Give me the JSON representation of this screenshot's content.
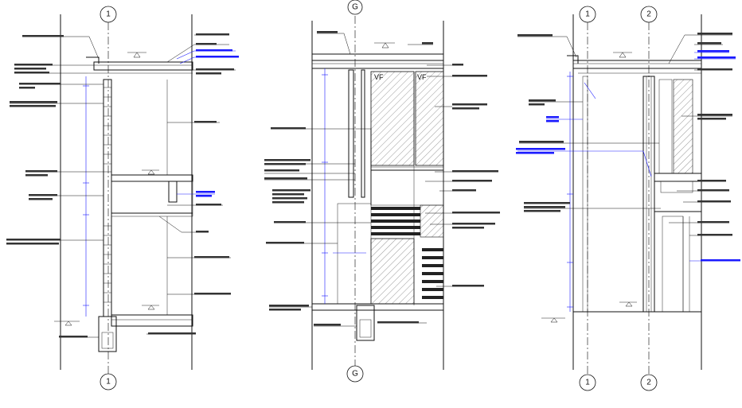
{
  "sections": [
    {
      "id": "section-1",
      "top_axis": "1",
      "bottom_axis": "1"
    },
    {
      "id": "section-g",
      "top_axis": "G",
      "bottom_axis": "G"
    },
    {
      "id": "section-1-2",
      "top_axes": [
        "1",
        "2"
      ],
      "bottom_axes": [
        "1",
        "2"
      ]
    }
  ],
  "door_marks": [
    "VF",
    "VF"
  ],
  "colors": {
    "line": "#111111",
    "annotation_blue": "#1a1aff",
    "background": "#ffffff"
  }
}
